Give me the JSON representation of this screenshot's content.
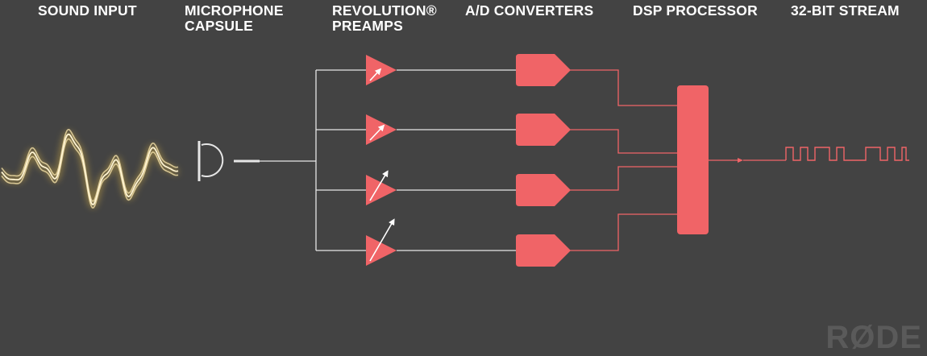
{
  "stages": [
    {
      "id": "sound-input",
      "lines": [
        "SOUND INPUT"
      ]
    },
    {
      "id": "microphone-capsule",
      "lines": [
        "MICROPHONE",
        "CAPSULE"
      ]
    },
    {
      "id": "revolution-preamps",
      "lines": [
        "REVOLUTION®",
        "PREAMPS"
      ]
    },
    {
      "id": "ad-converters",
      "lines": [
        "A/D CONVERTERS"
      ]
    },
    {
      "id": "dsp-processor",
      "lines": [
        "DSP PROCESSOR"
      ]
    },
    {
      "id": "bit-stream",
      "lines": [
        "32-BIT STREAM"
      ]
    }
  ],
  "brand": {
    "logo_text": "RØDE"
  },
  "colors": {
    "background": "#434343",
    "accent": "#f06467",
    "line": "#e6e6e6",
    "wave": "#f3e0a8",
    "wave_glow": "#b89a45",
    "logo": "#5a5a5a"
  },
  "diagram": {
    "channel_count": 4,
    "preamp_gain_levels": [
      1,
      2,
      3,
      4
    ]
  }
}
